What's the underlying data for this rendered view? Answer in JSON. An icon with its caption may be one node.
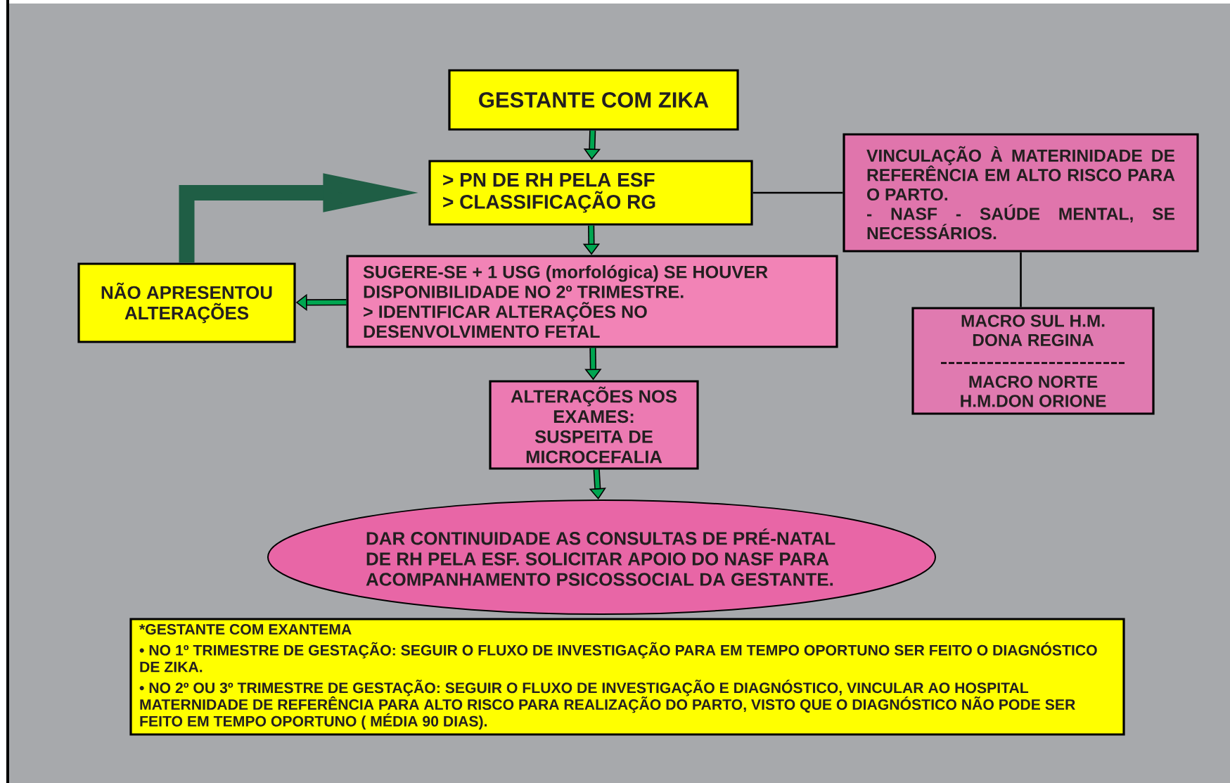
{
  "diagram": {
    "nodes": [
      {
        "text": [
          "GESTANTE COM ZIKA"
        ]
      },
      {
        "text": [
          "> PN DE RH PELA ESF",
          "> CLASSIFICAÇÃO RG"
        ]
      },
      {
        "text": [
          "VINCULAÇÃO À MATERINIDADE DE REFERÊNCIA EM ALTO RISCO PARA O PARTO.",
          "- NASF - SAÚDE MENTAL, SE NECESSÁRIOS."
        ]
      },
      {
        "text": [
          "NÃO APRESENTOU ALTERAÇÕES"
        ]
      },
      {
        "text": [
          "SUGERE-SE + 1 USG (morfológica) SE HOUVER DISPONIBILIDADE NO 2º TRIMESTRE.",
          "> IDENTIFICAR ALTERAÇÕES  NO DESENVOLVIMENTO FETAL"
        ]
      },
      {
        "text": [
          "MACRO SUL H.M. DONA REGINA",
          "MACRO NORTE H.M.DON ORIONE"
        ]
      },
      {
        "text": [
          "ALTERAÇÕES NOS EXAMES: SUSPEITA DE MICROCEFALIA"
        ]
      },
      {
        "text": [
          "DAR CONTINUIDADE AS CONSULTAS DE PRÉ-NATAL DE RH PELA ESF. SOLICITAR APOIO DO NASF PARA ACOMPANHAMENTO PSICOSSOCIAL DA GESTANTE."
        ]
      },
      {
        "text": [
          "*GESTANTE COM EXANTEMA",
          "• NO 1º TRIMESTRE DE GESTAÇÃO: SEGUIR O FLUXO DE INVESTIGAÇÃO PARA EM TEMPO OPORTUNO SER FEITO O DIAGNÓSTICO DE ZIKA.",
          "• NO 2º OU 3º TRIMESTRE DE GESTAÇÃO: SEGUIR O FLUXO DE INVESTIGAÇÃO E DIAGNÓSTICO, VINCULAR AO HOSPITAL MATERNIDADE DE REFERÊNCIA PARA ALTO RISCO PARA REALIZAÇÃO DO PARTO, VISTO QUE O DIAGNÓSTICO NÃO PODE SER FEITO EM TEMPO OPORTUNO ( MÉDIA 90 DIAS)."
        ]
      }
    ],
    "edges": [
      {
        "from": 0,
        "to": 1,
        "arrow": "to"
      },
      {
        "from": 1,
        "to": 2,
        "arrow": "none"
      },
      {
        "from": 1,
        "to": 4,
        "arrow": "to"
      },
      {
        "from": 2,
        "to": 5,
        "arrow": "none"
      },
      {
        "from": 4,
        "to": 3,
        "arrow": "to"
      },
      {
        "from": 3,
        "to": 1,
        "arrow": "to",
        "style": "thick",
        "color": "#1f5e45"
      },
      {
        "from": 4,
        "to": 6,
        "arrow": "to"
      },
      {
        "from": 6,
        "to": 7,
        "arrow": "to"
      }
    ]
  }
}
